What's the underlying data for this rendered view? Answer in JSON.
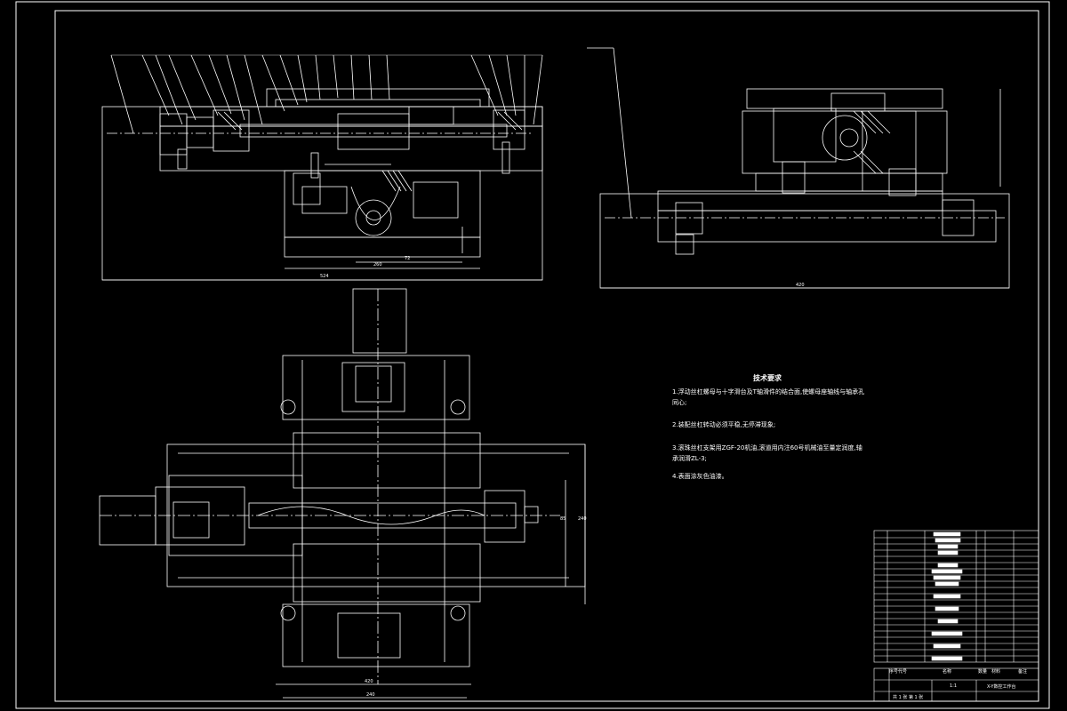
{
  "drawing": {
    "notes": {
      "title": "技术要求",
      "items": [
        "1.浮动丝杠螺母与十字滑台及T轴滑件的结合面,使螺母座轴线与轴承孔同心;",
        "2.装配丝杠转动必须平稳,无停滞现象;",
        "3.滚珠丝杠支架用ZGF-20机油,滚道用内注60号机械油至量定润度,轴承润滑ZL-3;",
        "4.表面涂灰色油漆。"
      ]
    },
    "title_block": {
      "drawing_title": "X-Y数控工作台",
      "scale": "1:1",
      "sheet": "共 1 张 第 1 张",
      "headers": [
        "序号",
        "代号",
        "名称",
        "数量",
        "材料",
        "备注"
      ]
    },
    "dimensions": {
      "top_left_overall": "524",
      "top_left_base": "260",
      "top_left_sub": "72",
      "top_right_overall": "420",
      "plan_height": "240",
      "plan_width": "420",
      "plan_bottom": "240",
      "plan_side": "85"
    },
    "colors": {
      "line": "#ffffff",
      "background": "#000000"
    }
  }
}
